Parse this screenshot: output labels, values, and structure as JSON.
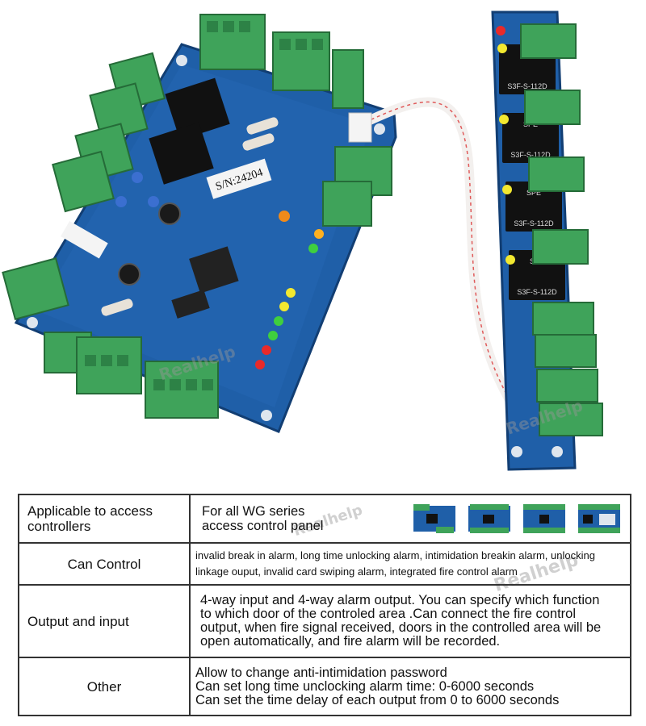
{
  "photo": {
    "main_board_label": "S/N:24204",
    "relay_model": "S3F-S-112D",
    "relay_brand": "SPE"
  },
  "watermark": "Realhelp",
  "spec_table": {
    "rows": [
      {
        "label": "Applicable to access controllers",
        "value_lines": [
          "For all WG series",
          "access control panel"
        ]
      },
      {
        "label": "Can Control",
        "value_lines": [
          "invalid break in alarm, long time unlocking alarm, intimidation breakin alarm, unlocking",
          "linkage ouput, invalid card swiping alarm, integrated fire control alarm"
        ]
      },
      {
        "label": "Output and input",
        "value_lines": [
          "4-way input and 4-way alarm output. You can specify which function",
          "to which door of the controled area .Can connect the fire control",
          "output, when fire signal received, doors in the controlled area will be",
          "open automatically, and fire alarm will be recorded."
        ]
      },
      {
        "label": "Other",
        "value_lines": [
          "Allow to change anti-intimidation password",
          "Can set long time unclocking alarm time: 0-6000 seconds",
          "Can set the time delay of each output from 0 to 6000 seconds"
        ]
      }
    ]
  },
  "colors": {
    "pcb_blue": "#1f5fa8",
    "terminal_green": "#3fa35a",
    "table_border": "#333333"
  }
}
